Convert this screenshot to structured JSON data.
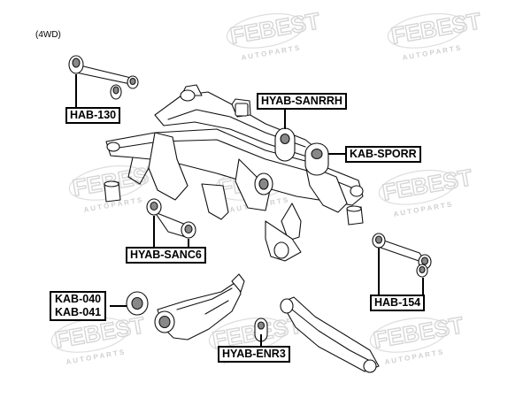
{
  "diagram": {
    "variant_label": "(4WD)",
    "watermark_brand": "FEBEST",
    "watermark_tagline": "AUTO PARTS",
    "parts": {
      "hab_130": "HAB-130",
      "hyab_sanrrh": "HYAB-SANRRH",
      "kab_sporr": "KAB-SPORR",
      "hyab_sanc6": "HYAB-SANC6",
      "hab_154": "HAB-154",
      "kab_040": "KAB-040",
      "kab_041": "KAB-041",
      "hyab_enr3": "HYAB-ENR3"
    }
  }
}
